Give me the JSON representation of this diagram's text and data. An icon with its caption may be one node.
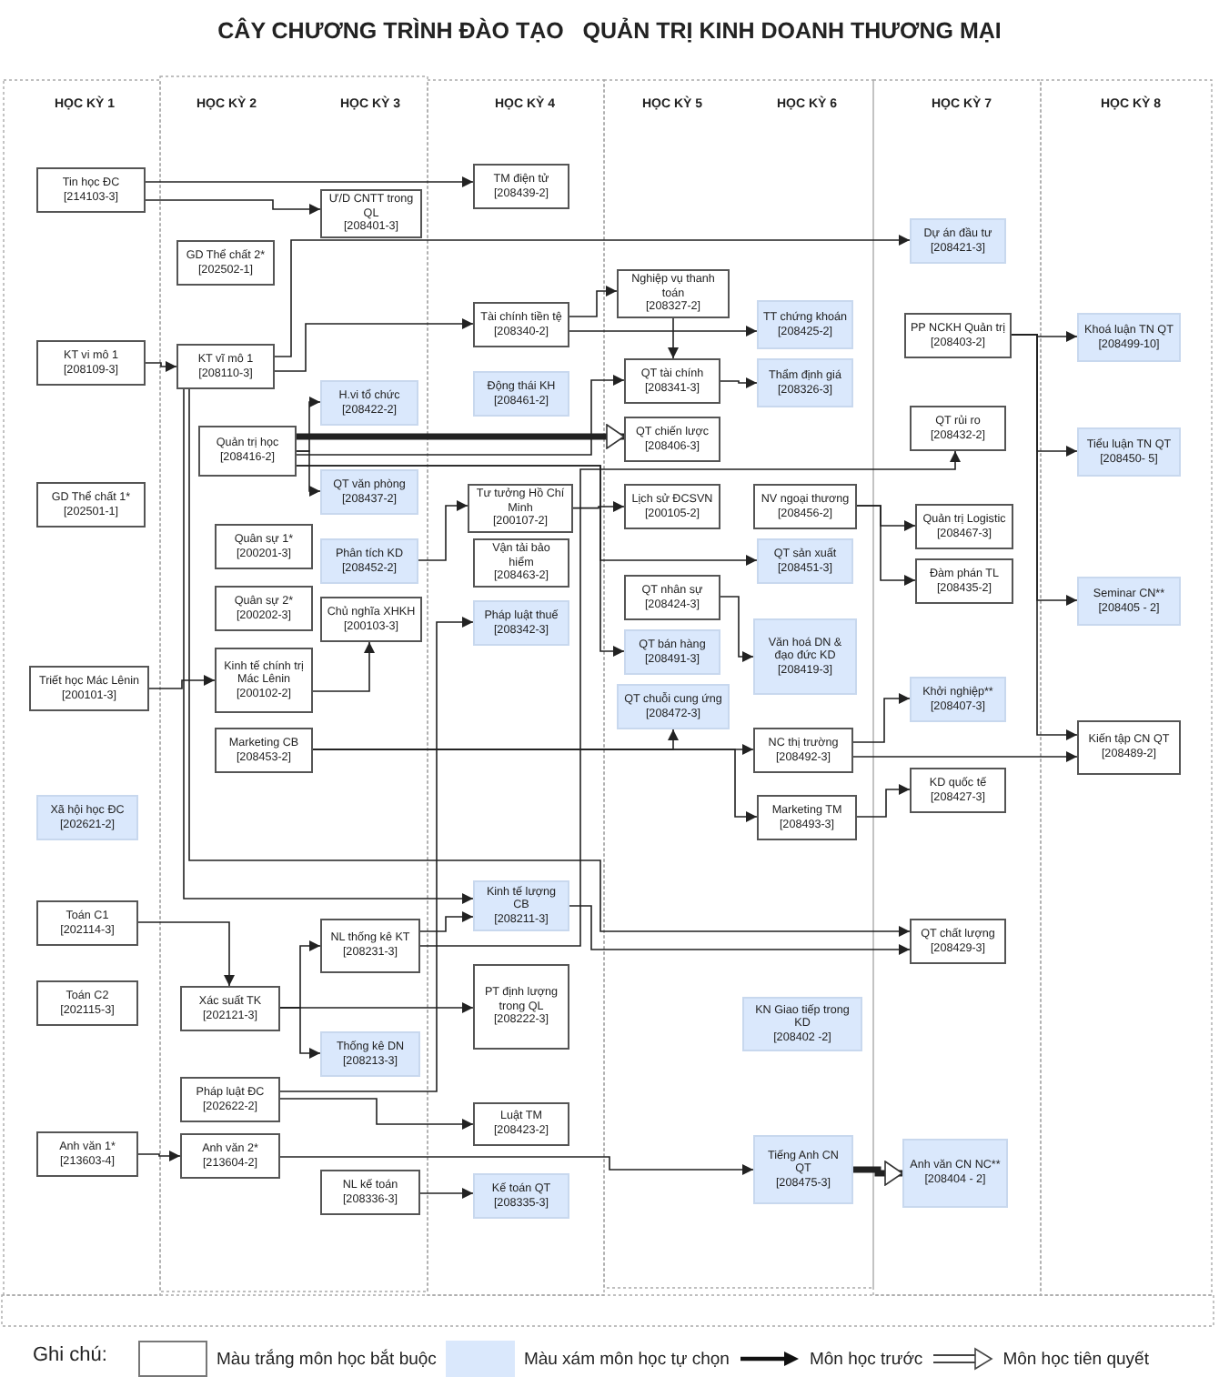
{
  "diagram": {
    "title": "CÂY CHƯƠNG TRÌNH ĐÀO TẠO   QUẢN TRỊ KINH DOANH THƯƠNG MẠI",
    "nodes": [
      {
        "text": [
          "Tin học ĐC",
          "[214103-3]"
        ]
      },
      {
        "text": [
          "KT vi mô 1",
          "[208109-3]"
        ]
      },
      {
        "text": [
          "GD Thể chất 1*",
          "[202501-1]"
        ]
      },
      {
        "text": [
          "Triết học Mác Lênin",
          "[200101-3]"
        ]
      },
      {
        "text": [
          "Xã hội học ĐC",
          "[202621-2]"
        ]
      },
      {
        "text": [
          "Toán C1",
          "[202114-3]"
        ]
      },
      {
        "text": [
          "Toán C2",
          "[202115-3]"
        ]
      },
      {
        "text": [
          "Anh văn 1*",
          "[213603-4]"
        ]
      },
      {
        "text": [
          "GD Thể chất 2*",
          "[202502-1]"
        ]
      },
      {
        "text": [
          "KT vĩ mô 1",
          "[208110-3]"
        ]
      },
      {
        "text": [
          "Quản trị học",
          "[208416-2]"
        ]
      },
      {
        "text": [
          "Quân sự 1*",
          "[200201-3]"
        ]
      },
      {
        "text": [
          "Quân sự 2*",
          "[200202-3]"
        ]
      },
      {
        "text": [
          "Kinh tế chính trị Mác Lênin",
          "[200102-2]"
        ]
      },
      {
        "text": [
          "Marketing CB",
          "[208453-2]"
        ]
      },
      {
        "text": [
          "Xác suất TK",
          "[202121-3]"
        ]
      },
      {
        "text": [
          "Pháp luật ĐC",
          "[202622-2]"
        ]
      },
      {
        "text": [
          "Anh văn 2*",
          "[213604-2]"
        ]
      },
      {
        "text": [
          "Ư/D CNTT trong QL",
          "[208401-3]"
        ]
      },
      {
        "text": [
          "H.vi tổ chức",
          "[208422-2]"
        ]
      },
      {
        "text": [
          "QT văn phòng",
          "[208437-2]"
        ]
      },
      {
        "text": [
          "Phân tích KD",
          "[208452-2]"
        ]
      },
      {
        "text": [
          "Chủ nghĩa XHKH",
          "[200103-3]"
        ]
      },
      {
        "text": [
          "NL thống kê KT",
          "[208231-3]"
        ]
      },
      {
        "text": [
          "Thống kê DN",
          "[208213-3]"
        ]
      },
      {
        "text": [
          "NL kế toán",
          "[208336-3]"
        ]
      },
      {
        "text": [
          "TM điện tử",
          "[208439-2]"
        ]
      },
      {
        "text": [
          "Tài chính tiền tệ",
          "[208340-2]"
        ]
      },
      {
        "text": [
          "Động thái KH",
          "[208461-2]"
        ]
      },
      {
        "text": [
          "Tư tưởng Hồ Chí Minh",
          "[200107-2]"
        ]
      },
      {
        "text": [
          "Vận tải bảo hiểm",
          "[208463-2]"
        ]
      },
      {
        "text": [
          "Pháp luật thuế",
          "[208342-3]"
        ]
      },
      {
        "text": [
          "Kinh tế lượng CB",
          "[208211-3]"
        ]
      },
      {
        "text": [
          "PT định lượng trong QL",
          "[208222-3]"
        ]
      },
      {
        "text": [
          "Luật TM",
          "[208423-2]"
        ]
      },
      {
        "text": [
          "Kế toán QT",
          "[208335-3]"
        ]
      },
      {
        "text": [
          "Nghiệp vụ thanh toán",
          "[208327-2]"
        ]
      },
      {
        "text": [
          "QT tài chính",
          "[208341-3]"
        ]
      },
      {
        "text": [
          "QT chiến lược",
          "[208406-3]"
        ]
      },
      {
        "text": [
          "Lịch sử ĐCSVN",
          "[200105-2]"
        ]
      },
      {
        "text": [
          "QT nhân sự",
          "[208424-3]"
        ]
      },
      {
        "text": [
          "QT bán hàng",
          "[208491-3]"
        ]
      },
      {
        "text": [
          "QT chuỗi cung ứng",
          "[208472-3]"
        ]
      },
      {
        "text": [
          "TT chứng khoán",
          "[208425-2]"
        ]
      },
      {
        "text": [
          "Thẩm định giá",
          "[208326-3]"
        ]
      },
      {
        "text": [
          "NV ngoại thương",
          "[208456-2]"
        ]
      },
      {
        "text": [
          "QT sản xuất",
          "[208451-3]"
        ]
      },
      {
        "text": [
          "Văn hoá DN & đạo đức KD",
          "[208419-3]"
        ]
      },
      {
        "text": [
          "NC thị trường",
          "[208492-3]"
        ]
      },
      {
        "text": [
          "Marketing TM",
          "[208493-3]"
        ]
      },
      {
        "text": [
          "KN Giao tiếp trong KD",
          "[208402 -2]"
        ]
      },
      {
        "text": [
          "Tiếng Anh CN QT",
          "[208475-3]"
        ]
      },
      {
        "text": [
          "Dự án đầu tư",
          "[208421-3]"
        ]
      },
      {
        "text": [
          "PP NCKH Quản trị",
          "[208403-2]"
        ]
      },
      {
        "text": [
          "QT rủi ro",
          "[208432-2]"
        ]
      },
      {
        "text": [
          "Quản trị Logistic",
          "[208467-3]"
        ]
      },
      {
        "text": [
          "Đàm phán TL",
          "[208435-2]"
        ]
      },
      {
        "text": [
          "Khởi nghiệp**",
          "[208407-3]"
        ]
      },
      {
        "text": [
          "KD quốc tế",
          "[208427-3]"
        ]
      },
      {
        "text": [
          "QT chất lượng",
          "[208429-3]"
        ]
      },
      {
        "text": [
          "Anh văn CN NC**",
          "[208404 - 2]"
        ]
      },
      {
        "text": [
          "Khoá luận TN QT",
          "[208499-10]"
        ]
      },
      {
        "text": [
          "Tiểu luận TN QT",
          "[208450- 5]"
        ]
      },
      {
        "text": [
          "Seminar CN**",
          "[208405 - 2]"
        ]
      },
      {
        "text": [
          "Kiến tập CN QT",
          "[208489-2]"
        ]
      }
    ],
    "edges": [
      {
        "from": 0,
        "to": 18,
        "arrow": "to"
      },
      {
        "from": 0,
        "to": 26,
        "arrow": "to"
      },
      {
        "from": 1,
        "to": 9,
        "arrow": "to"
      },
      {
        "from": 9,
        "to": 52,
        "arrow": "to"
      },
      {
        "from": 9,
        "to": 27,
        "arrow": "to"
      },
      {
        "from": 9,
        "to": 32,
        "arrow": "to"
      },
      {
        "from": 9,
        "to": 59,
        "arrow": "to"
      },
      {
        "from": 10,
        "to": 19,
        "arrow": "to"
      },
      {
        "from": 10,
        "to": 20,
        "arrow": "to"
      },
      {
        "from": 10,
        "to": 38,
        "arrow": "to",
        "style": "thick"
      },
      {
        "from": 10,
        "to": 37,
        "arrow": "to"
      },
      {
        "from": 10,
        "to": 41,
        "arrow": "to"
      },
      {
        "from": 10,
        "to": 46,
        "arrow": "to"
      },
      {
        "from": 23,
        "to": 54,
        "arrow": "to"
      },
      {
        "from": 3,
        "to": 13,
        "arrow": "to"
      },
      {
        "from": 13,
        "to": 22,
        "arrow": "to"
      },
      {
        "from": 21,
        "to": 29,
        "arrow": "to"
      },
      {
        "from": 29,
        "to": 39,
        "arrow": "to"
      },
      {
        "from": 27,
        "to": 36,
        "arrow": "to"
      },
      {
        "from": 27,
        "to": 43,
        "arrow": "to"
      },
      {
        "from": 36,
        "to": 37,
        "arrow": "to"
      },
      {
        "from": 37,
        "to": 44,
        "arrow": "to"
      },
      {
        "from": 45,
        "to": 55,
        "arrow": "to"
      },
      {
        "from": 45,
        "to": 56,
        "arrow": "to"
      },
      {
        "from": 14,
        "to": 48,
        "arrow": "to"
      },
      {
        "from": 14,
        "to": 42,
        "arrow": "to"
      },
      {
        "from": 14,
        "to": 49,
        "arrow": "to"
      },
      {
        "from": 48,
        "to": 57,
        "arrow": "to"
      },
      {
        "from": 48,
        "to": 64,
        "arrow": "to"
      },
      {
        "from": 49,
        "to": 58,
        "arrow": "to"
      },
      {
        "from": 53,
        "to": 61,
        "arrow": "to"
      },
      {
        "from": 53,
        "to": 62,
        "arrow": "to"
      },
      {
        "from": 53,
        "to": 63,
        "arrow": "to"
      },
      {
        "from": 53,
        "to": 64,
        "arrow": "to"
      },
      {
        "from": 5,
        "to": 15,
        "arrow": "to"
      },
      {
        "from": 15,
        "to": 23,
        "arrow": "to"
      },
      {
        "from": 15,
        "to": 24,
        "arrow": "to"
      },
      {
        "from": 15,
        "to": 33,
        "arrow": "to"
      },
      {
        "from": 23,
        "to": 32,
        "arrow": "to"
      },
      {
        "from": 32,
        "to": 59,
        "arrow": "to"
      },
      {
        "from": 16,
        "to": 34,
        "arrow": "to"
      },
      {
        "from": 16,
        "to": 31,
        "arrow": "to"
      },
      {
        "from": 7,
        "to": 17,
        "arrow": "to"
      },
      {
        "from": 17,
        "to": 51,
        "arrow": "to"
      },
      {
        "from": 25,
        "to": 35,
        "arrow": "to"
      },
      {
        "from": 40,
        "to": 47,
        "arrow": "to"
      },
      {
        "from": 51,
        "to": 60,
        "arrow": "to",
        "style": "thick"
      }
    ],
    "labels": [
      "HỌC KỲ 1",
      "HỌC KỲ 2",
      "HỌC KỲ 3",
      "HỌC KỲ 4",
      "HỌC KỲ 5",
      "HỌC KỲ 6",
      "HỌC KỲ 7",
      "HỌC KỲ 8",
      "Ghi chú:"
    ],
    "legend": [
      {
        "text": "Màu trắng môn học bắt buộc",
        "color": "#ffffff"
      },
      {
        "text": "Màu xám môn học tự chọn",
        "color": "#dae8fc"
      },
      {
        "text": "Môn học trước"
      },
      {
        "text": "Môn học tiên quyết"
      }
    ]
  }
}
